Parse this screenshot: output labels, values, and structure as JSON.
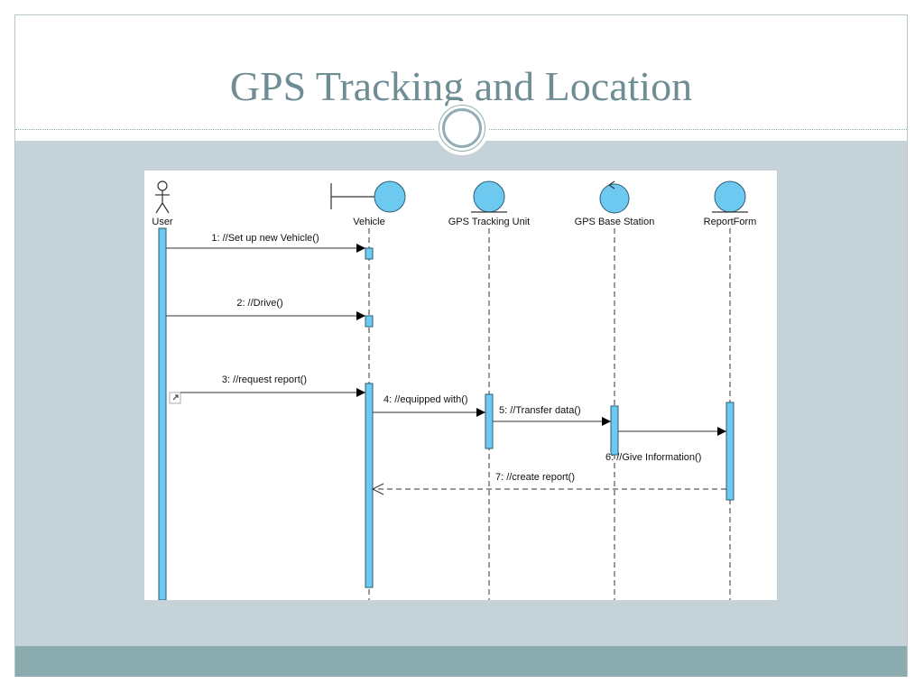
{
  "slide": {
    "title": "GPS Tracking and Location"
  },
  "colors": {
    "title": "#6f8d94",
    "content_background": "#c5d2d8",
    "footer": "#8aacaf",
    "participant_fill": "#6ec9f1",
    "activation_fill": "#6ec9f1"
  },
  "diagram": {
    "type": "uml-sequence-diagram",
    "participants": [
      {
        "label": "User",
        "kind": "actor",
        "icon": "actor-stick-figure-icon"
      },
      {
        "label": "Vehicle",
        "kind": "boundary",
        "icon": "boundary-icon"
      },
      {
        "label": "GPS Tracking Unit",
        "kind": "entity",
        "icon": "entity-icon"
      },
      {
        "label": "GPS Base Station",
        "kind": "control",
        "icon": "control-icon"
      },
      {
        "label": "ReportForm",
        "kind": "entity",
        "icon": "entity-icon"
      }
    ],
    "messages": [
      {
        "label": "1: //Set up new Vehicle()",
        "from": "User",
        "to": "Vehicle",
        "style": "synchronous"
      },
      {
        "label": "2: //Drive()",
        "from": "User",
        "to": "Vehicle",
        "style": "synchronous"
      },
      {
        "label": "3: //request report()",
        "from": "User",
        "to": "Vehicle",
        "style": "synchronous"
      },
      {
        "label": "4: //equipped with()",
        "from": "Vehicle",
        "to": "GPS Tracking Unit",
        "style": "synchronous"
      },
      {
        "label": "5: //Transfer data()",
        "from": "GPS Tracking Unit",
        "to": "GPS Base Station",
        "style": "synchronous"
      },
      {
        "label": "6: //Give Information()",
        "from": "GPS Base Station",
        "to": "ReportForm",
        "style": "synchronous"
      },
      {
        "label": "7: //create report()",
        "from": "ReportForm",
        "to": "Vehicle",
        "style": "return"
      }
    ]
  }
}
